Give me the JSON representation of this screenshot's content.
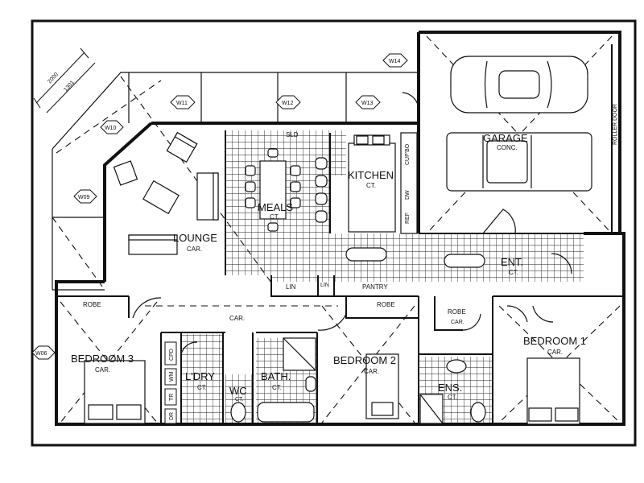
{
  "plan": {
    "rooms": {
      "lounge": {
        "name": "LOUNGE",
        "floor": "CAR."
      },
      "meals": {
        "name": "MEALS",
        "floor": "CT."
      },
      "kitchen": {
        "name": "KITCHEN",
        "floor": "CT."
      },
      "garage": {
        "name": "GARAGE",
        "floor": "CONC."
      },
      "entry": {
        "name": "ENT.",
        "floor": "CT."
      },
      "bedroom1": {
        "name": "BEDROOM 1",
        "floor": "CAR."
      },
      "bedroom2": {
        "name": "BEDROOM 2",
        "floor": "CAR."
      },
      "bedroom3": {
        "name": "BEDROOM 3",
        "floor": "CAR."
      },
      "laundry": {
        "name": "L'DRY",
        "floor": "CT."
      },
      "bath": {
        "name": "BATH.",
        "floor": "CT."
      },
      "wc": {
        "name": "WC",
        "floor": "CT."
      },
      "ensuite": {
        "name": "ENS.",
        "floor": "CT."
      },
      "corridor": {
        "name": "",
        "floor": "CAR."
      },
      "robe_b3": {
        "name": "ROBE"
      },
      "robe_b2": {
        "name": "ROBE"
      },
      "robe_b1": {
        "name": "ROBE",
        "floor": "CAR."
      },
      "linen": {
        "name": "LIN"
      },
      "pantry": {
        "name": "PANTRY"
      }
    },
    "windows": [
      "W09",
      "W10",
      "W11",
      "W12",
      "W13",
      "W14",
      "W06"
    ],
    "dimensions": [
      "2000",
      "1301"
    ],
    "labels": {
      "roller_door": "ROLLER DOOR",
      "sld": "SLD",
      "cupboard": "CUP'BO",
      "wm": "WM",
      "tr": "TR",
      "dr": "DR",
      "ref": "REF",
      "dw": "DW",
      "lin_small": "LIN",
      "cpd": "CPD"
    }
  }
}
